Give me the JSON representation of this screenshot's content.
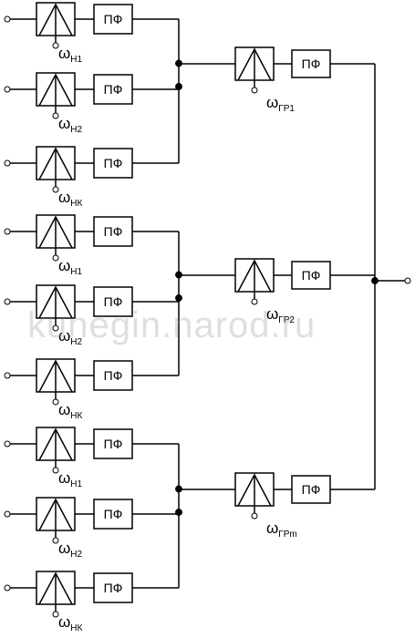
{
  "watermark": "kunegin.narod.ru",
  "filter_label": "ПФ",
  "omega_symbol": "ω",
  "groups": [
    {
      "channels": [
        {
          "sub": "Н1"
        },
        {
          "sub": "Н2"
        },
        {
          "sub": "НК"
        }
      ],
      "group_sub": "ГР1"
    },
    {
      "channels": [
        {
          "sub": "Н1"
        },
        {
          "sub": "Н2"
        },
        {
          "sub": "НК"
        }
      ],
      "group_sub": "ГР2"
    },
    {
      "channels": [
        {
          "sub": "Н1"
        },
        {
          "sub": "Н2"
        },
        {
          "sub": "НК"
        }
      ],
      "group_sub": "ГРm"
    }
  ]
}
